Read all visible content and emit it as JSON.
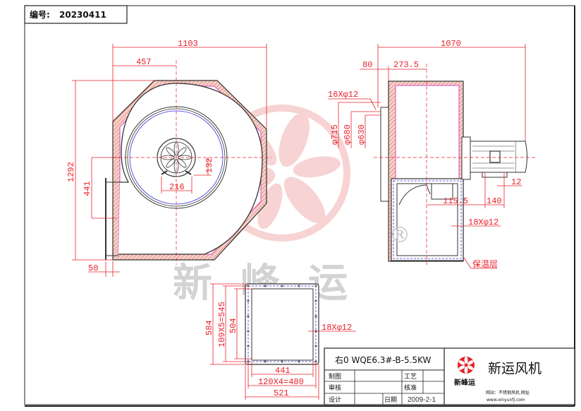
{
  "header": {
    "serial_label": "编号:",
    "serial_value": "20230411"
  },
  "front_view": {
    "dims": {
      "width_total": "1103",
      "offset": "457",
      "height_total": "1292",
      "outlet_height": "441",
      "hub_width": "216",
      "hub_offset": "132",
      "flange_depth": "50"
    }
  },
  "side_view": {
    "dims": {
      "length_total": "1070",
      "inlet_flange": "80",
      "center_offset": "273.5",
      "inlet_holes": "16Xφ12",
      "d1": "φ715",
      "d2": "φ680",
      "d3": "φ630",
      "motor_offset": "115.5",
      "motor_base": "140",
      "motor_foot": "12",
      "outlet_holes": "18Xφ12",
      "insulation": "保温层"
    }
  },
  "outlet_view": {
    "dims": {
      "outer_h": "584",
      "bolt_h": "109X5=545",
      "inner_h": "504",
      "inner_w": "441",
      "bolt_w": "120X4=480",
      "outer_w": "521",
      "holes": "18Xφ12"
    }
  },
  "watermark": {
    "text": "新峰运",
    "reg": "®"
  },
  "title_block": {
    "model": "右0 WQE6.3#-B-5.5KW",
    "rows": [
      {
        "label": "制图",
        "label2": "工艺"
      },
      {
        "label": "审核",
        "label2": "核准"
      },
      {
        "label": "设计",
        "label2": "日期",
        "value2": "2009-2-1"
      }
    ],
    "logo_text": "新峰运",
    "company": "新运风机",
    "website_label": "网站：不锈钢风机.网址",
    "website_url": "www.xinyunfj.com"
  },
  "colors": {
    "dimension": "#e8202a",
    "insulation": "#e060a0",
    "outline": "#333333",
    "bolts": "#3030e0",
    "watermark_logo": "#f2b8b8"
  }
}
